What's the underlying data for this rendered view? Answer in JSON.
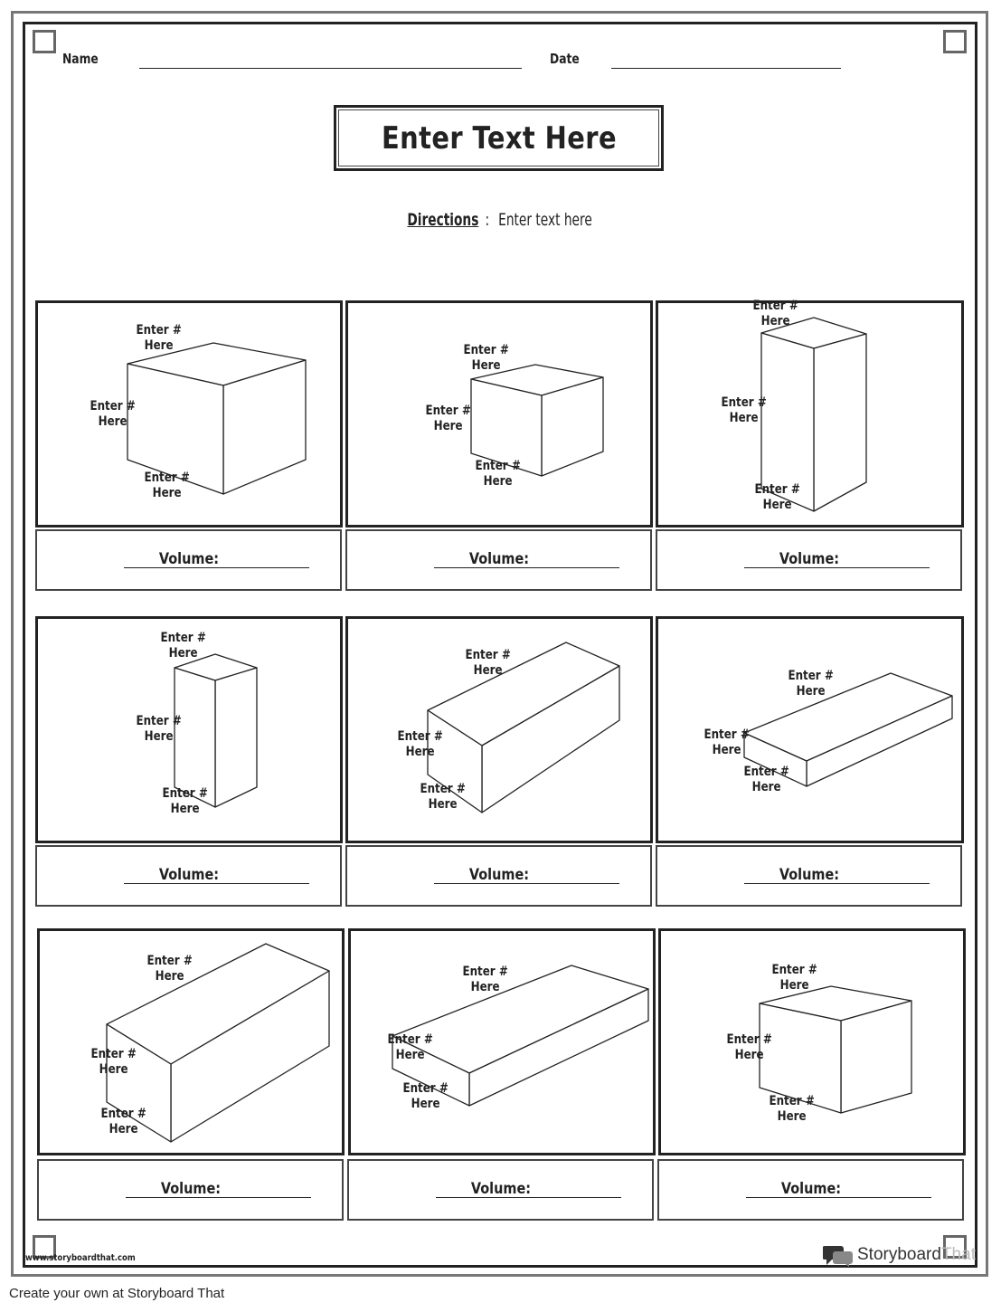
{
  "header": {
    "name_label": "Name",
    "date_label": "Date"
  },
  "title": "Enter Text Here",
  "directions": {
    "label": "Directions",
    "colon": ":",
    "text": " Enter text here"
  },
  "placeholder": "Enter #\nHere",
  "volume_label": "Volume:",
  "cells": [
    {
      "id": "prism-1"
    },
    {
      "id": "prism-2"
    },
    {
      "id": "prism-3"
    },
    {
      "id": "prism-4"
    },
    {
      "id": "prism-5"
    },
    {
      "id": "prism-6"
    },
    {
      "id": "prism-7"
    },
    {
      "id": "prism-8"
    },
    {
      "id": "prism-9"
    }
  ],
  "footer": {
    "url": "www.storyboardthat.com",
    "brand_main": "Storyboard",
    "brand_light": "That",
    "credit": "Create your own at Storyboard That"
  }
}
